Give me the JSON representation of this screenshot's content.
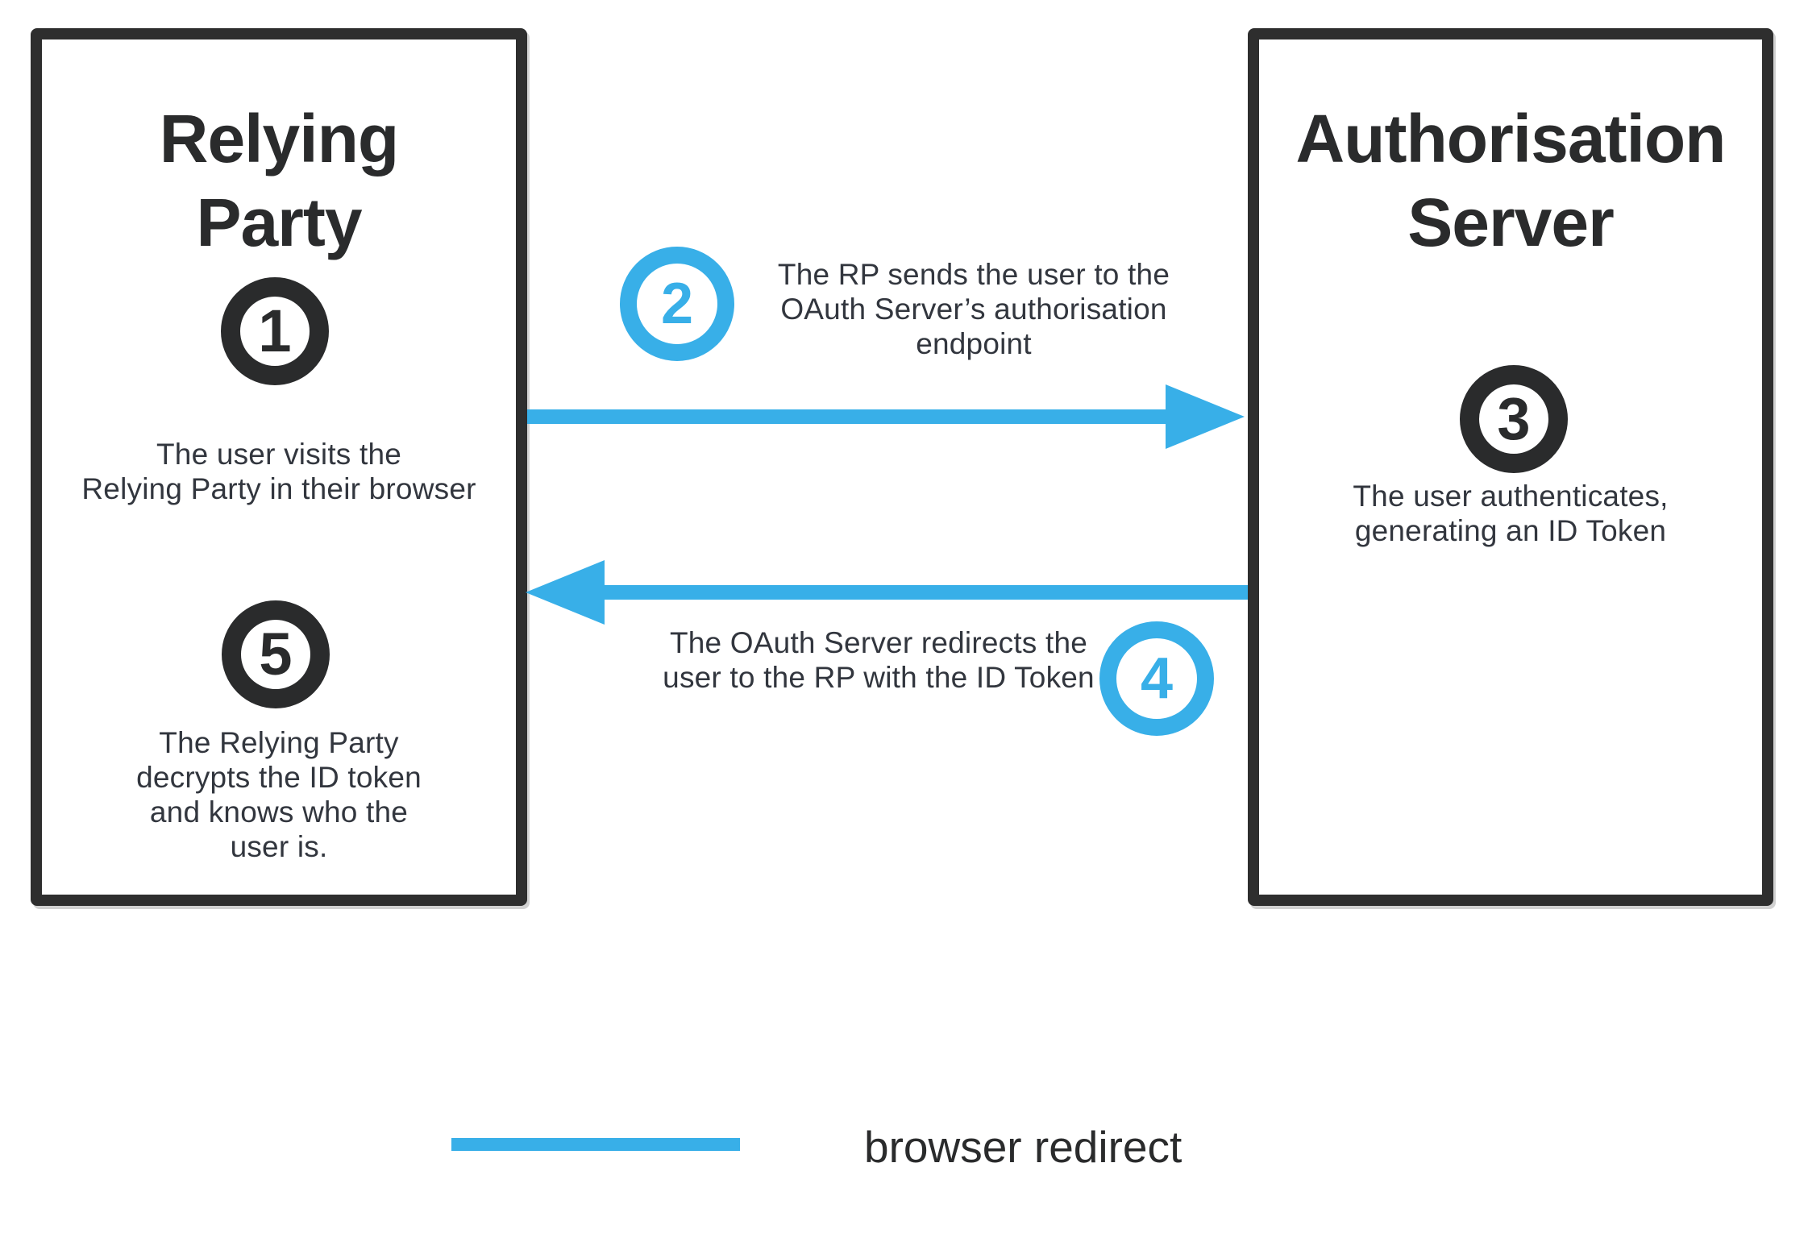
{
  "palette": {
    "accent_blue": "#38AFE8",
    "outline_ink": "#2E2E2E",
    "title_ink": "#2A2B2C",
    "body_ink": "#32363E",
    "background": "#FFFFFF"
  },
  "left_actor": {
    "title_line1": "Relying",
    "title_line2": "Party",
    "step1_num": "1",
    "step1_line1": "The user visits the",
    "step1_line2": "Relying Party in their browser",
    "step5_num": "5",
    "step5_line1": "The Relying Party",
    "step5_line2": "decrypts the ID token",
    "step5_line3": "and knows who the",
    "step5_line4": "user is."
  },
  "right_actor": {
    "title_line1": "Authorisation",
    "title_line2": "Server",
    "step3_num": "3",
    "step3_line1": "The user authenticates,",
    "step3_line2": "generating an ID Token"
  },
  "flow": {
    "step2_num": "2",
    "step2_line1": "The RP sends the user to the",
    "step2_line2": "OAuth Server’s authorisation",
    "step2_line3": "endpoint",
    "step4_num": "4",
    "step4_line1": "The OAuth Server redirects the",
    "step4_line2": "user to the RP with the ID Token"
  },
  "legend": {
    "label": "browser redirect"
  }
}
